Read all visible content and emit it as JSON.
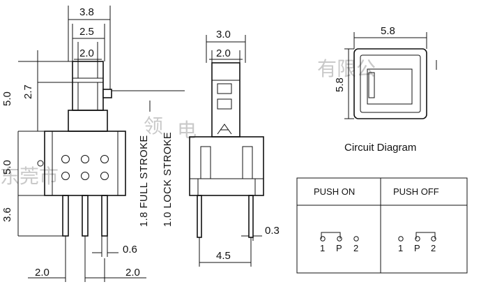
{
  "dimensions": {
    "front": {
      "w_3_8": "3.8",
      "w_2_5": "2.5",
      "w_2_0": "2.0",
      "h_5_0_top": "5.0",
      "h_2_7": "2.7",
      "h_5_0_mid": "5.0",
      "h_3_6": "3.6",
      "pin_0_6": "0.6",
      "pitch_left": "2.0",
      "pitch_right": "2.0"
    },
    "side": {
      "w_3_0": "3.0",
      "w_2_0": "2.0",
      "pin_0_3": "0.3",
      "pitch_4_5": "4.5"
    },
    "top": {
      "w_5_8": "5.8",
      "h_5_8": "5.8"
    }
  },
  "stroke_labels": {
    "full": "1.8 FULL STROKE",
    "lock": "1.0 LOCK STROKE"
  },
  "circuit": {
    "title": "Circuit Diagram",
    "push_on": "PUSH ON",
    "push_off": "PUSH OFF",
    "pin_labels": [
      "1",
      "P",
      "2"
    ]
  },
  "watermark": {
    "left": "东莞市",
    "left2": "领",
    "middle": "电",
    "right": "有限公"
  },
  "colors": {
    "line": "#111111",
    "watermark": "#c9c9c9",
    "background": "#ffffff"
  }
}
